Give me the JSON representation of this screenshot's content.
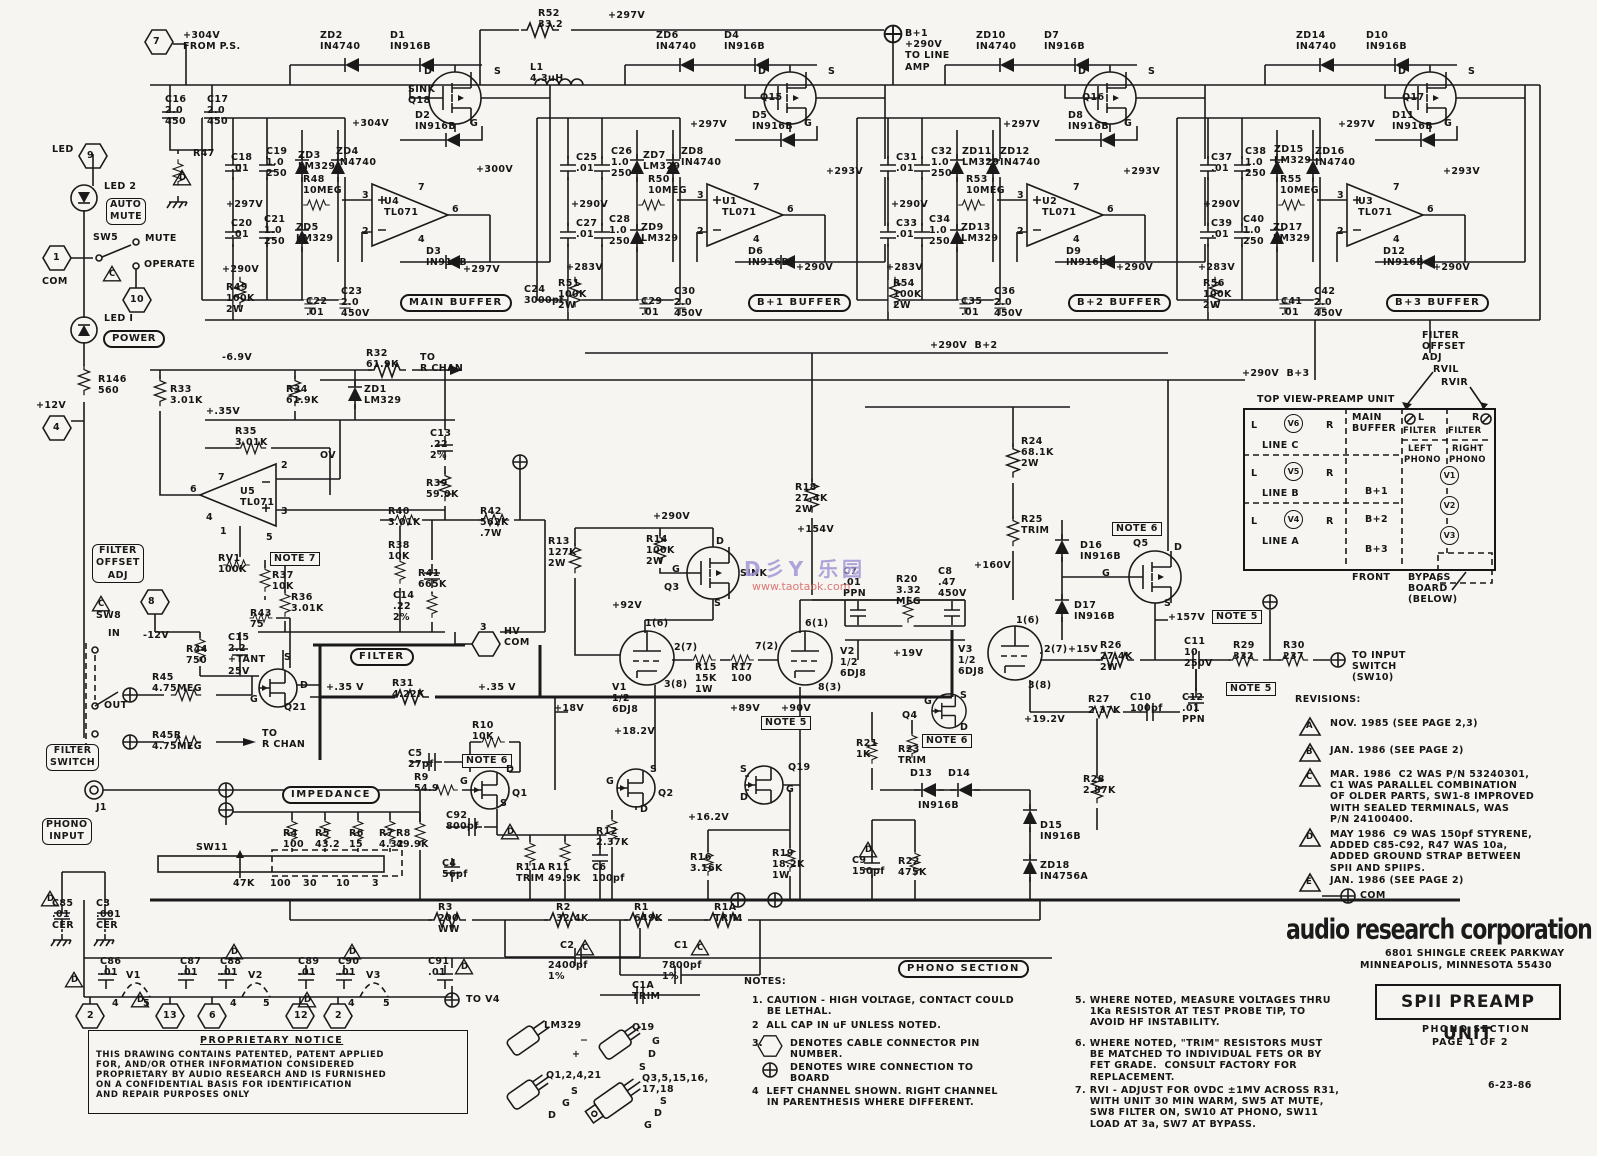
{
  "watermark": {
    "line1": "D彡Y 乐园",
    "line2": "www.taotaok.com"
  },
  "title_block": {
    "company": "audio research corporation",
    "address1": "6801 SHINGLE CREEK PARKWAY",
    "address2": "MINNEAPOLIS, MINNESOTA 55430",
    "unit": "SPII PREAMP UNIT",
    "section": "PHONO SECTION",
    "page": "PAGE 1 OF 2",
    "date": "6-23-86"
  },
  "proprietary": {
    "title": "PROPRIETARY NOTICE",
    "body": "THIS DRAWING CONTAINS PATENTED, PATENT APPLIED\nFOR, AND/OR OTHER INFORMATION CONSIDERED\nPROPRIETARY BY AUDIO RESEARCH AND IS FURNISHED\nON A CONFIDENTIAL BASIS FOR IDENTIFICATION\nAND REPAIR PURPOSES ONLY"
  },
  "notes": {
    "header": "NOTES:",
    "n1": "1. CAUTION - HIGH VOLTAGE, CONTACT COULD\n    BE LETHAL.",
    "n2": "2  ALL CAP IN uF UNLESS NOTED.",
    "n3_num": "3.",
    "n3a": "DENOTES CABLE CONNECTOR PIN\nNUMBER.",
    "n3b": "DENOTES WIRE CONNECTION TO\nBOARD",
    "n4": "4  LEFT CHANNEL SHOWN. RIGHT CHANNEL\n    IN PARENTHESIS WHERE DIFFERENT.",
    "n5": "5. WHERE NOTED, MEASURE VOLTAGES THRU\n    1Ka RESISTOR AT TEST PROBE TIP, TO\n    AVOID HF INSTABILITY.",
    "n6": "6. WHERE NOTED, \"TRIM\" RESISTORS MUST\n    BE MATCHED TO INDIVIDUAL FETS OR BY\n    FET GRADE.  CONSULT FACTORY FOR\n    REPLACEMENT.",
    "n7": "7. RVI - ADJUST FOR 0VDC ±1MV ACROSS R31,\n    WITH UNIT 30 MIN WARM, SW5 AT MUTE,\n    SW8 FILTER ON, SW10 AT PHONO, SW11\n    LOAD AT 3a, SW7 AT BYPASS."
  },
  "revisions": {
    "header": "REVISIONS:",
    "a": "NOV. 1985 (SEE PAGE 2,3)",
    "b": "JAN. 1986 (SEE PAGE 2)",
    "c": "MAR. 1986  C2 WAS P/N 53240301,\nC1 WAS PARALLEL COMBINATION\nOF OLDER PARTS, SW1-8 IMPROVED\nWITH SEALED TERMINALS, WAS\nP/N 24100400.",
    "d": "MAY 1986  C9 WAS 150pf STYRENE,\nADDED C85-C92, R47 WAS 10a,\nADDED GROUND STRAP BETWEEN\nSPII AND SPIIPS.",
    "e": "JAN. 1986 (SEE PAGE 2)",
    "com": "COM"
  },
  "top_view": {
    "title": "TOP VIEW-PREAMP UNIT",
    "line_a": "LINE A",
    "line_b": "LINE B",
    "line_c": "LINE C",
    "main_buffer": "MAIN\nBUFFER",
    "filter_l": "FILTER",
    "filter_r": "FILTER",
    "left": "LEFT",
    "right": "RIGHT",
    "phono_l": "PHONO",
    "phono_r": "PHONO",
    "front": "FRONT",
    "bypass": "BYPASS\nBOARD\n(BELOW)",
    "filter_offset": "FILTER\nOFFSET\nADJ",
    "rvil": "RVIL",
    "rvir": "RVIR"
  },
  "sections": {
    "main_buffer": "MAIN BUFFER",
    "b1_buffer": "B+1 BUFFER",
    "b2_buffer": "B+2 BUFFER",
    "b3_buffer": "B+3 BUFFER",
    "filter": "FILTER",
    "impedance": "IMPEDANCE",
    "phono_section": "PHONO SECTION",
    "power": "POWER",
    "auto_mute": "AUTO\nMUTE",
    "filter_offset_adj": "FILTER\nOFFSET\nADJ",
    "filter_switch": "FILTER\nSWITCH",
    "phono_input": "PHONO\nINPUT",
    "note5": "NOTE 5",
    "note6": "NOTE 6",
    "note7": "NOTE 7"
  },
  "pins": {
    "d": "D",
    "s": "S",
    "g": "G",
    "L": "L",
    "R": "R",
    "p1": "1",
    "p2": "2",
    "p3": "3",
    "p4": "4",
    "p5": "5",
    "p6": "6",
    "p7": "7",
    "h1": "1",
    "h2": "2",
    "h3": "3",
    "h4": "4",
    "h6": "6",
    "h7": "7",
    "h8": "8",
    "h9": "9",
    "h10": "10",
    "h12": "12",
    "h13": "13",
    "p16": "1(6)",
    "p27": "2(7)",
    "p38": "3(8)",
    "p61": "6(1)",
    "p72": "7(2)",
    "p83": "8(3)",
    "v1": "V1",
    "v2": "V2",
    "v3": "V3",
    "v4": "V4",
    "v5": "V5",
    "v6": "V6",
    "b1": "B+1",
    "b2": "B+2",
    "b3": "B+3",
    "minus": "−",
    "plus": "+"
  },
  "marks": {
    "A": "A",
    "B": "B",
    "C": "C",
    "D": "D",
    "E": "E"
  },
  "V": {
    "p304": "+304V",
    "p297": "+297V",
    "p290": "+290V",
    "p283": "+283V",
    "p293": "+293V",
    "p300": "+300V",
    "p35": "+.35V",
    "p35s": "+.35 V",
    "m69": "-6.9V",
    "m12": "-12V",
    "p12": "+12V",
    "ov": "OV",
    "p92": "+92V",
    "p18": "+18V",
    "p182": "+18.2V",
    "p154": "+154V",
    "p89": "+89V",
    "p90": "+90V",
    "p162": "+16.2V",
    "p19": "+19V",
    "p192": "+19.2V",
    "p160": "+160V",
    "p157": "+157V",
    "p15": "+15V",
    "b2bus": "+290V  B+2",
    "b3bus": "+290V  B+3"
  },
  "L": {
    "hex7lbl": "+304V\nFROM P.S.",
    "r52": "R52\n33.2",
    "l1": "L1\n4.3uH",
    "b1out": "B+1\n+290V\nTO LINE\nAMP",
    "zd2": "ZD2\nIN4740",
    "d1": "D1\nIN916B",
    "q18": "SINK\nQ18",
    "d2": "D2\nIN916B",
    "zd6": "ZD6\nIN4740",
    "d4": "D4\nIN916B",
    "q15": "Q15",
    "d5": "D5\nIN916B",
    "zd10": "ZD10\nIN4740",
    "d7": "D7\nIN916B",
    "q16": "Q16",
    "d8": "D8\nIN916B",
    "zd14": "ZD14\nIN4740",
    "d10": "D10\nIN916B",
    "q17": "Q17",
    "d11": "D11\nIN916B",
    "c16": "C16\n2.0\n450",
    "c17": "C17\n2.0\n450",
    "r47": "R47",
    "c18": "C18\n.01",
    "c19": "C19\n1.0\n250",
    "zd3": "ZD3\nLM329",
    "zd4": "ZD4\nIN4740",
    "r48": "R48\n10MEG",
    "c20": "C20\n.01",
    "c21": "C21\n1.0\n250",
    "zd5": "ZD5\nLM329",
    "u4": "U4\nTL071",
    "d3": "D3\nIN916B",
    "r49": "R49\n100K\n2W",
    "c22": "C22\n.01",
    "c23": "C23\n2.0\n450V",
    "c25": "C25\n.01",
    "c26": "C26\n1.0\n250",
    "zd7": "ZD7\nLM329",
    "zd8": "ZD8\nIN4740",
    "r50": "R50\n10MEG",
    "c27": "C27\n.01",
    "c28": "C28\n1.0\n250",
    "zd9": "ZD9\nLM329",
    "u1": "U1\nTL071",
    "d6": "D6\nIN916B",
    "r51": "R51\n100K\n2W",
    "c24": "C24\n3000pf",
    "c29": "C29\n.01",
    "c30": "C30\n2.0\n450V",
    "c31": "C31\n.01",
    "c32": "C32\n1.0\n250",
    "zd11": "ZD11\nLM329",
    "zd12": "ZD12\nIN4740",
    "r53": "R53\n10MEG",
    "c33": "C33\n.01",
    "c34": "C34\n1.0\n250",
    "zd13": "ZD13\nLM329",
    "u2": "U2\nTL071",
    "d9": "D9\nIN916B",
    "r54": "R54\n100K\n2W",
    "c35": "C35\n.01",
    "c36": "C36\n2.0\n450V",
    "c37": "C37\n.01",
    "c38": "C38\n1.0\n250",
    "zd15": "ZD15\nLM329",
    "zd16": "ZD16\nIN4740",
    "r55": "R55\n10MEG",
    "c39": "C39\n.01",
    "c40": "C40\n1.0\n250",
    "zd17": "ZD17\nLM329",
    "u3": "U3\nTL071",
    "d12": "D12\nIN916B",
    "r56": "R56\n100K\n2W",
    "c41": "C41\n.01",
    "c42": "C42\n2.0\n450V",
    "led": "LED",
    "led2": "LED 2",
    "led1": "LED I",
    "sw5": "SW5",
    "mute": "MUTE",
    "operate": "OPERATE",
    "com": "COM",
    "r146": "R146\n560",
    "r32": "R32\n61.9K",
    "tochan": "TO\nR CHAN",
    "r33": "R33\n3.01K",
    "r34": "R34\n61.9K",
    "zd1": "ZD1\nLM329",
    "r35": "R35\n3.01K",
    "c13": "C13\n.22\n2%",
    "r39": "R39\n59.0K",
    "u5": "U5\nTL071",
    "r40": "R40\n3.01K",
    "r38": "R38\n10K",
    "r41": "R41\n665K",
    "c14": "C14\n.22\n2%",
    "r42": "R42\n562K\n.7W",
    "rv1": "RV1\n100K",
    "r37": "R37\n10K",
    "r36": "R36\n3.01K",
    "r43": "R43\n75",
    "r44": "R44\n750",
    "c15": "C15\n2.2\n+TANT\n25V",
    "q21": "Q21",
    "sw8": "SW8",
    "swin": "IN",
    "swout": "OUT",
    "r45": "R45\n4.75MEG",
    "r45r": "R45R\n4.75MEG",
    "hvcom": "HV\nCOM",
    "r31": "R31\n4.22K",
    "j1": "J1",
    "c85": "C85\n.01\nCER",
    "c3": "C3\n.001\nCER",
    "sw11": "SW11",
    "r4": "R4\n100",
    "r5": "R5\n43.2",
    "r6": "R6\n15",
    "r7": "R7\n4.32",
    "l47k": "47K",
    "l100": "100",
    "l30": "30",
    "l10": "10",
    "l3": "3",
    "r8": "R8\n49.9K",
    "r9": "R9\n54.9",
    "r10": "R10\n10K",
    "c5": "C5\n27pf",
    "q1": "Q1",
    "c92": "C92\n800pf",
    "c4": "C4\n56pf",
    "r3": "R3\n200\nWW",
    "r2": "R2\n32.4K",
    "c2": "C2",
    "c2v": "2400pf\n1%",
    "r1": "R1\n649K",
    "c1": "C1",
    "c1v": "7800pf\n1%",
    "c1a": "C1A\nTRIM",
    "r1a": "R1A\nTRIM",
    "r11a": "R11A\nTRIM",
    "r11": "R11\n49.9K",
    "c6": "C6\n100pf",
    "r12": "R12\n2.37K",
    "q2": "Q2",
    "r13": "R13\n127K\n2W",
    "r14": "R14\n100K\n2W",
    "q3": "Q3",
    "sink": "SINK",
    "v1": "V1\n1/2\n6DJ8",
    "v2": "V2\n1/2\n6DJ8",
    "v3": "V3\n1/2\n6DJ8",
    "r15": "R15\n15K\n1W",
    "r17": "R17\n100",
    "r18": "R18\n27.4K\n2W",
    "c7": "C7\n.01\nPPN",
    "r20": "R20\n3.32\nMEG",
    "c8": "C8\n.47\n450V",
    "r24": "R24\n68.1K\n2W",
    "r25": "R25\nTRIM",
    "q19": "Q19",
    "r16": "R16\n3.16K",
    "r19": "R19\n18.2K\n1W",
    "r21": "R21\n1K",
    "q4": "Q4",
    "r23": "R23\nTRIM",
    "d13": "D13",
    "d14": "D14",
    "in916b": "IN916B",
    "d15": "D15\nIN916B",
    "zd18": "ZD18\nIN4756A",
    "c9": "C9\n150pf",
    "r22": "R22\n475K",
    "d16": "D16\nIN916B",
    "d17": "D17\nIN916B",
    "q5": "Q5",
    "r26": "R26\n27.4K\n2W",
    "c11": "C11\n10\n250V",
    "r29": "R29\n332",
    "r30": "R30\n237",
    "toinput": "TO INPUT\nSWITCH\n(SW10)",
    "r27": "R27\n2.37K",
    "c10": "C10\n100pf",
    "c12": "C12\n.01\nPPN",
    "r28": "R28\n2.87K",
    "c86": "C86\n.01",
    "c87": "C87\n.01",
    "c88": "C88\n.01",
    "c89": "C89\n.01",
    "c90": "C90\n.01",
    "c91": "C91\n.01",
    "v1s": "V1",
    "v2s": "V2",
    "v3s": "V3",
    "tov4": "TO V4",
    "lm329": "LM329",
    "q19p": "Q19",
    "q1241": "Q1,2,4,21",
    "q3556": "Q3,5,15,16,\n17,18"
  }
}
